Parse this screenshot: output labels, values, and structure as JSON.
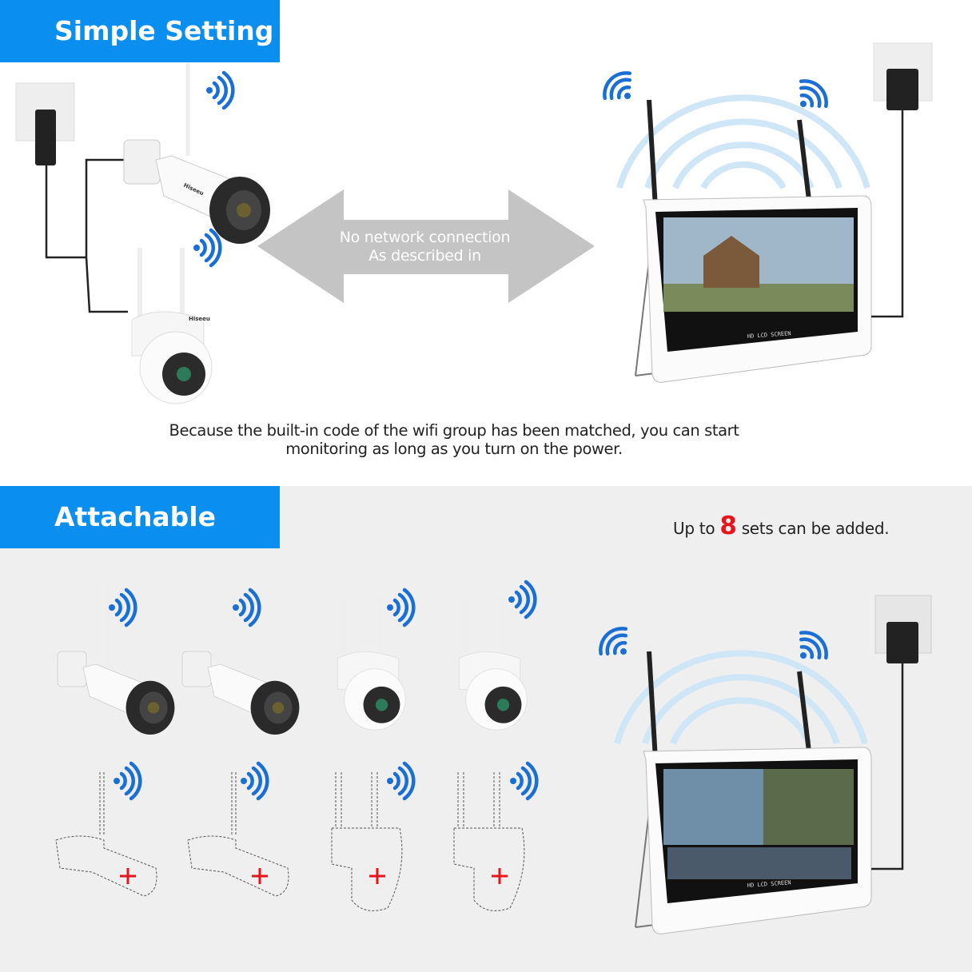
{
  "sections": {
    "simple_setting": {
      "title": "Simple Setting",
      "arrow_text_line1": "No network connection",
      "arrow_text_line2": "As described in",
      "caption_line1": "Because the built-in code of the wifi group has been matched, you can start",
      "caption_line2": "monitoring as long as you turn on the power."
    },
    "attachable": {
      "title": "Attachable",
      "note_prefix": "Up to",
      "note_number": "8",
      "note_suffix": "sets can be added."
    }
  },
  "devices": {
    "camera_brand": "Hiseeu",
    "monitor_label": "HD LCD SCREEN",
    "placeholder_slots": 4
  },
  "colors": {
    "banner_blue": "#0a8ff0",
    "wifi_blue": "#1a6fd6",
    "highlight_red": "#e8141b",
    "arrow_gray": "#c4c4c4"
  }
}
